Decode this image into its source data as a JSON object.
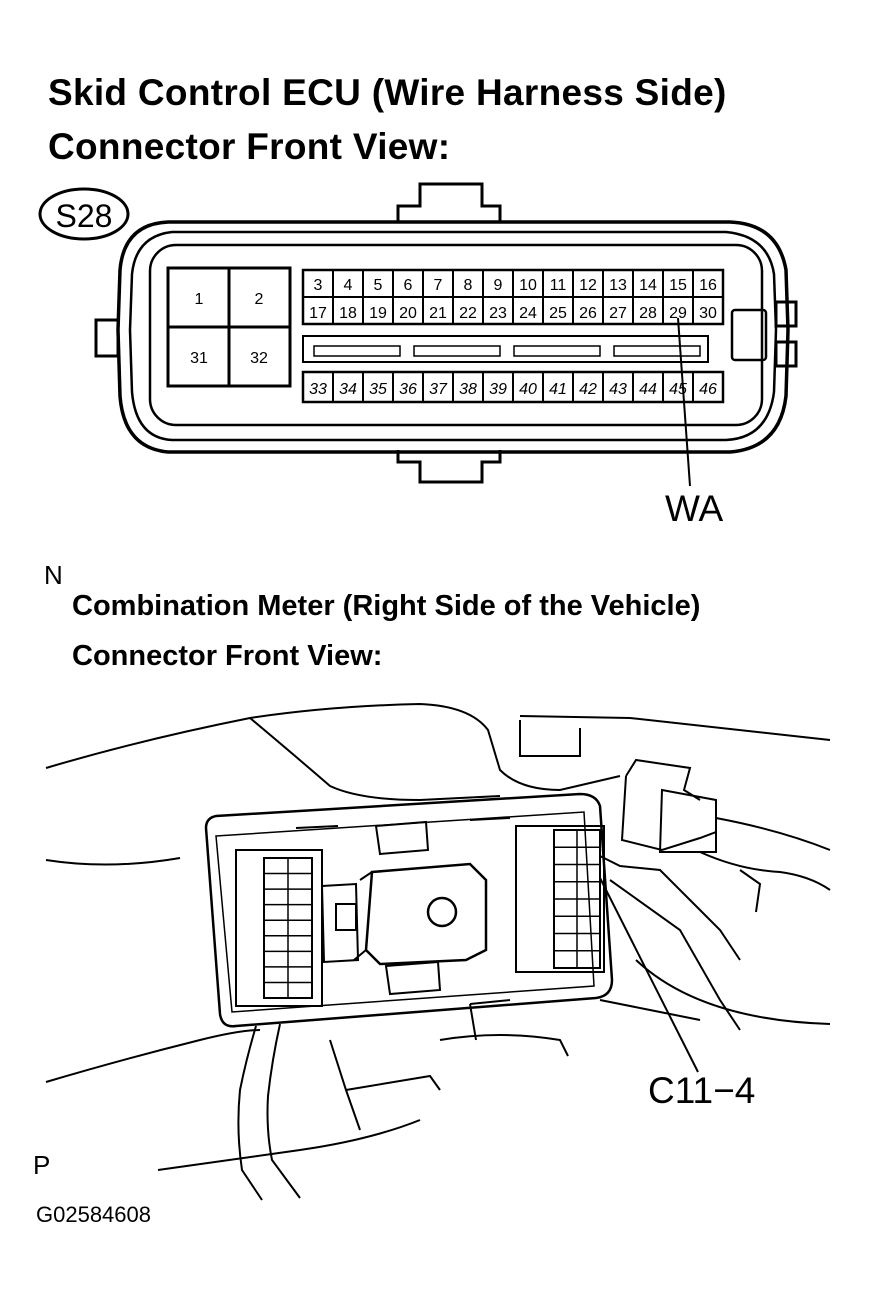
{
  "title_ecu_line1": "Skid Control ECU (Wire Harness Side)",
  "title_ecu_line2": "Connector Front View:",
  "connector_code": "S28",
  "pins_large": [
    "1",
    "2",
    "31",
    "32"
  ],
  "pins_row1": [
    "3",
    "4",
    "5",
    "6",
    "7",
    "8",
    "9",
    "10",
    "11",
    "12",
    "13",
    "14",
    "15",
    "16"
  ],
  "pins_row2": [
    "17",
    "18",
    "19",
    "20",
    "21",
    "22",
    "23",
    "24",
    "25",
    "26",
    "27",
    "28",
    "29",
    "30"
  ],
  "pins_row3": [
    "33",
    "34",
    "35",
    "36",
    "37",
    "38",
    "39",
    "40",
    "41",
    "42",
    "43",
    "44",
    "45",
    "46"
  ],
  "label_wa": "WA",
  "label_n": "N",
  "title_meter_line1": "Combination Meter (Right Side of the Vehicle)",
  "title_meter_line2": "Connector Front View:",
  "label_c11": "C11−4",
  "label_p": "P",
  "figure_id": "G02584608"
}
